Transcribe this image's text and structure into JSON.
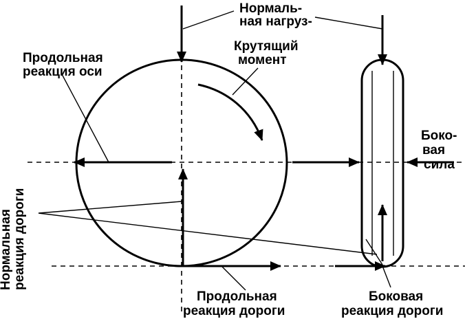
{
  "labels": {
    "normal_load_1": "Нормаль-",
    "normal_load_2": "ная нагруз-",
    "torque_1": "Крутящий",
    "torque_2": "момент",
    "axle_long_1": "Продольная",
    "axle_long_2": "реакция оси",
    "side_force_1": "Боко-",
    "side_force_2": "вая",
    "side_force_3": "сила",
    "road_normal_1": "Нормальная",
    "road_normal_2": "реакция дороги",
    "road_long_1": "Продольная",
    "road_long_2": "реакция дороги",
    "road_side_1": "Боковая",
    "road_side_2": "реакция дороги"
  },
  "colors": {
    "stroke": "#000000",
    "background": "#ffffff"
  }
}
